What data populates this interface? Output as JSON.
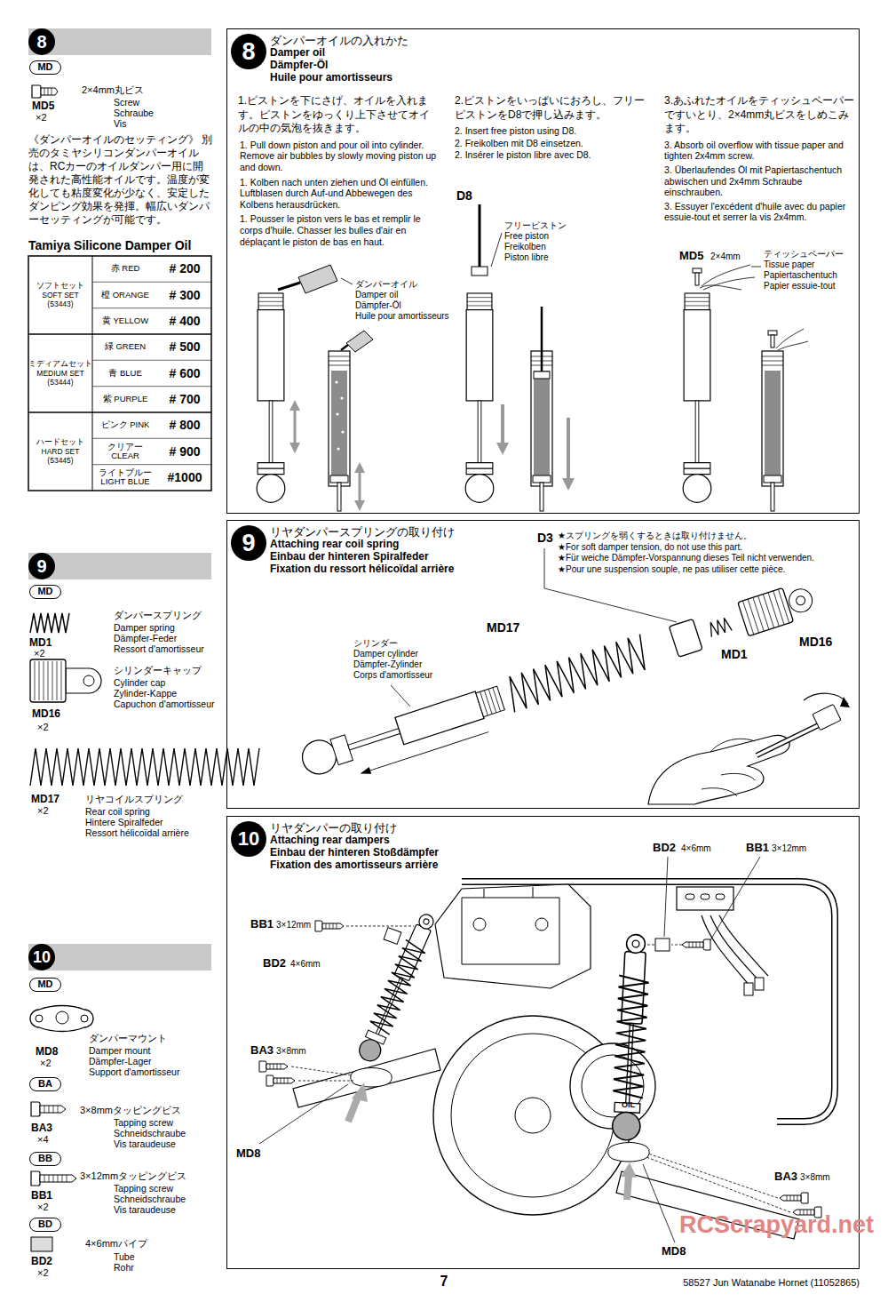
{
  "diagram": {
    "nodes": [
      {
        "text": [
          "8"
        ]
      },
      {
        "text": [
          "MD"
        ]
      },
      {
        "text": [
          "ダンパーオイルの入れかた",
          "Damper oil",
          "Dämpfer-Öl",
          "Huile pour amortisseurs"
        ]
      },
      {
        "text": [
          "8"
        ],
        "in": 2
      },
      {
        "text": [
          "9"
        ]
      },
      {
        "text": [
          "MD"
        ]
      },
      {
        "text": [
          "リヤダンパースプリングの取り付け",
          "Attaching rear coil spring",
          "Einbau der hinteren Spiralfeder",
          "Fixation du ressort hélicoïdal arrière"
        ]
      },
      {
        "text": [
          "9"
        ],
        "in": 6
      },
      {
        "text": [
          "10"
        ]
      },
      {
        "text": [
          "MD"
        ]
      },
      {
        "text": [
          "BA"
        ]
      },
      {
        "text": [
          "BB"
        ]
      },
      {
        "text": [
          "BD"
        ]
      },
      {
        "text": [
          "リヤダンパーの取り付け",
          "Attaching rear dampers",
          "Einbau der hinteren Stoßdämpfer",
          "Fixation des amortisseurs arrière"
        ]
      },
      {
        "text": [
          "10"
        ],
        "in": 13
      }
    ],
    "labels": [
      "MD5",
      "×2",
      "2×4mm丸ビス",
      "Screw",
      "Schraube",
      "Vis",
      "《ダンパーオイルのセッティング》 別売のタミヤシリコンダンパーオイルは、RCカーのオイルダンパー用に開発された高性能オイルです。温度が変化しても粘度変化が少なく、安定したダンピング効果を発揮。幅広いダンパーセッティングが可能です。",
      "Tamiya Silicone Damper Oil",
      "ソフトセット SOFT SET (53443)",
      "赤 RED",
      "# 200",
      "橙 ORANGE",
      "# 300",
      "黄 YELLOW",
      "# 400",
      "ミディアムセット MEDIUM SET (53444)",
      "緑 GREEN",
      "# 500",
      "青 BLUE",
      "# 600",
      "紫 PURPLE",
      "# 700",
      "ハードセット HARD SET (53445)",
      "ピンク PINK",
      "# 800",
      "クリアー CLEAR",
      "# 900",
      "ライトブルー LIGHT BLUE",
      "#1000",
      "MD1",
      "×2",
      "ダンパースプリング",
      "Damper spring",
      "Dämpfer-Feder",
      "Ressort d'amortisseur",
      "MD16",
      "×2",
      "シリンダーキャップ",
      "Cylinder cap",
      "Zylinder-Kappe",
      "Capuchon d'amortisseur",
      "MD17",
      "×2",
      "リヤコイルスプリング",
      "Rear coil spring",
      "Hintere Spiralfeder",
      "Ressort hélicoïdal arrière",
      "MD8",
      "×2",
      "ダンパーマウント",
      "Damper mount",
      "Dämpfer-Lager",
      "Support d'amortisseur",
      "BA3",
      "×4",
      "3×8mmタッピングビス",
      "Tapping screw",
      "Schneidschraube",
      "Vis taraudeuse",
      "BB1",
      "×2",
      "3×12mmタッピングビス",
      "Tapping screw",
      "Schneidschraube",
      "Vis taraudeuse",
      "BD2",
      "×2",
      "4×6mmパイプ",
      "Tube",
      "Rohr",
      "1.ピストンを下にさげ、オイルを入れます。ピストンをゆっくり上下させてオイルの中の気泡を抜きます。",
      "1. Pull down piston and pour oil into cylinder. Remove air bubbles by slowly moving piston up and down.",
      "1. Kolben nach unten ziehen und Öl einfüllen. Luftblasen durch Auf-und Abbewegen des Kolbens herausdrücken.",
      "1. Pousser le piston vers le bas et remplir le corps d'huile. Chasser les bulles d'air en déplaçant le piston de bas en haut.",
      "ダンパーオイル",
      "Damper oil",
      "Dämpfer-Öl",
      "Huile pour amortisseurs",
      "2.ピストンをいっぱいにおろし、フリーピストンをD8で押し込みます。",
      "2. Insert free piston using D8.",
      "2. Freikolben mit D8 einsetzen.",
      "2. Insérer le piston libre avec D8.",
      "D8",
      "フリーピストン",
      "Free piston",
      "Freikolben",
      "Piston libre",
      "3.あふれたオイルをティッシュペーパーですいとり、2×4mm丸ビスをしめこみます。",
      "3. Absorb oil overflow with tissue paper and tighten 2x4mm screw.",
      "3. Überlaufendes Öl mit Papiertaschentuch abwischen und 2x4mm Schraube einschrauben.",
      "3. Essuyer l'excédent d'huile avec du papier essuie-tout et serrer la vis 2x4mm.",
      "MD5",
      "2×4mm",
      "ティッシュペーパー",
      "Tissue paper",
      "Papiertaschentuch",
      "Papier essuie-tout",
      "D3",
      "★スプリングを弱くするときは取り付けません。",
      "★For soft damper tension, do not use this part.",
      "★Für weiche Dämpfer-Vorspannung dieses Teil nicht verwenden.",
      "★Pour une suspension souple, ne pas utiliser cette pièce.",
      "シリンダー",
      "Damper cylinder",
      "Dämpfer-Zylinder",
      "Corps d'amortisseur",
      "MD17",
      "MD1",
      "MD16",
      "BD2",
      "4×6mm",
      "BB1",
      "3×12mm",
      "BB1",
      "3×12mm",
      "BD2",
      "4×6mm",
      "BA3",
      "3×8mm",
      "MD8",
      "OIL",
      "BA3",
      "3×8mm",
      "MD8",
      "7",
      "58527 Jun Watanabe Hornet (11052865)",
      "RCScrapyard.net"
    ]
  }
}
